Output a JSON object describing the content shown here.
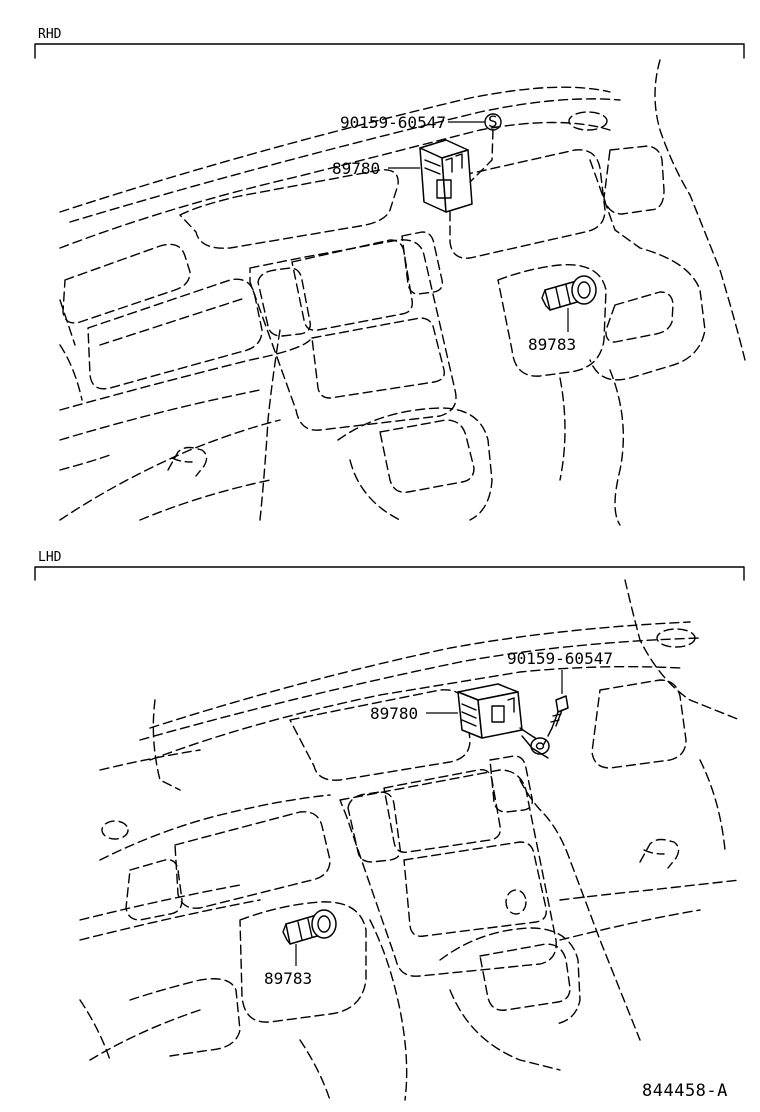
{
  "sections": [
    {
      "id": "rhd",
      "title": "RHD",
      "parts": {
        "screw": "90159-60547",
        "screw_symbol": "S",
        "computer": "89780",
        "sensor": "89783"
      }
    },
    {
      "id": "lhd",
      "title": "LHD",
      "parts": {
        "screw": "90159-60547",
        "computer": "89780",
        "sensor": "89783"
      }
    }
  ],
  "figure_id": "844458-A"
}
